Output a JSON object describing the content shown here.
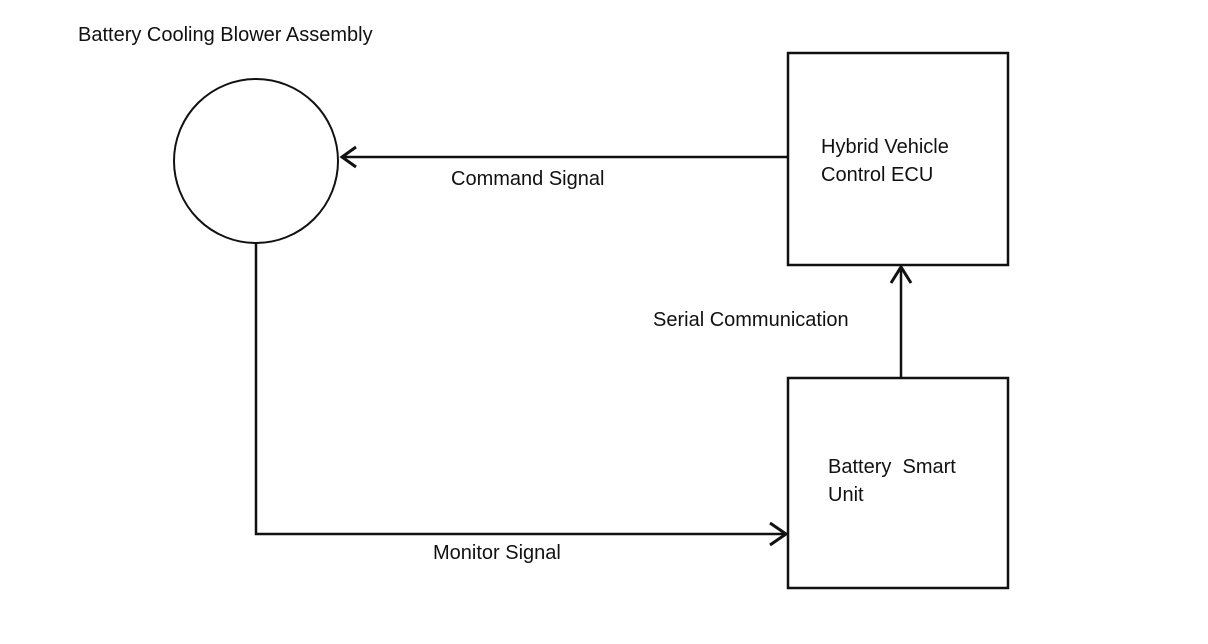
{
  "blower": {
    "label": "Battery Cooling Blower Assembly"
  },
  "hv_ecu": {
    "label_line1": "Hybrid Vehicle",
    "label_line2": "Control ECU"
  },
  "smart_unit": {
    "label_line1": "Battery  Smart",
    "label_line2": "Unit"
  },
  "connections": {
    "command_signal": "Command Signal",
    "serial_communication": "Serial Communication",
    "monitor_signal": "Monitor Signal"
  },
  "colors": {
    "line": "#111111",
    "background": "#ffffff"
  }
}
